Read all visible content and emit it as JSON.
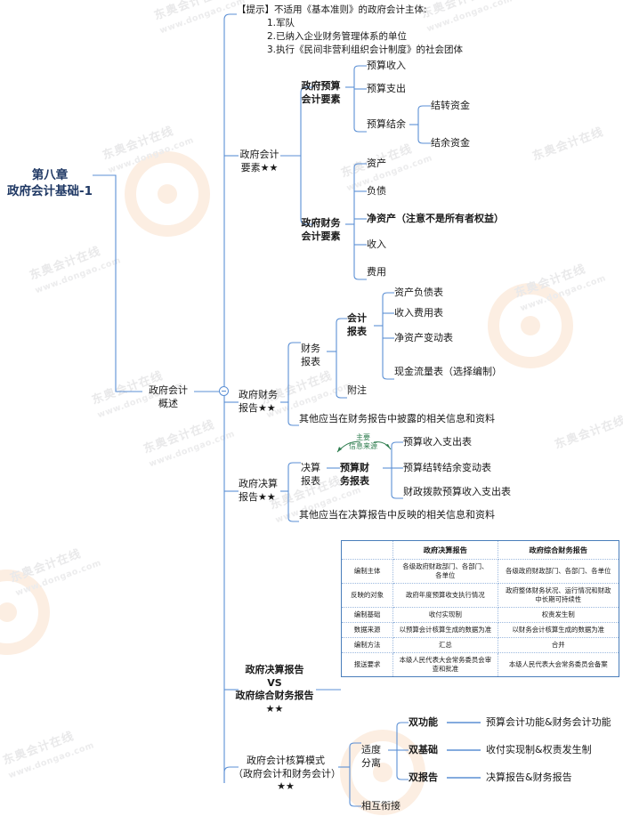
{
  "title": "第八章\n政府会计基础-1",
  "root_branch": "政府会计\n概述",
  "hint": {
    "line1": "【提示】不适用《基本准则》的政府会计主体:",
    "line2": "1.军队",
    "line3": "2.已纳入企业财务管理体系的单位",
    "line4": "3.执行《民间非营利组织会计制度》的社会团体"
  },
  "elements": {
    "label": "政府会计\n要素★★",
    "budget": {
      "label": "政府预算\n会计要素",
      "children": [
        "预算收入",
        "预算支出",
        "预算结余"
      ],
      "surplus_children": [
        "结转资金",
        "结余资金"
      ]
    },
    "financial": {
      "label": "政府财务\n会计要素",
      "children": [
        "资产",
        "负债",
        "净资产（注意不是所有者权益）",
        "收入",
        "费用"
      ],
      "bold_index": 2
    }
  },
  "fin_report": {
    "label": "政府财务\n报告★★",
    "statements_label": "财务\n报表",
    "accounting_label": "会计\n报表",
    "accounting_children": [
      "资产负债表",
      "收入费用表",
      "净资产变动表",
      "现金流量表（选择编制）"
    ],
    "notes": "附注",
    "other": "其他应当在财务报告中披露的相关信息和资料"
  },
  "final_report": {
    "label": "政府决算\n报告★★",
    "statements_label": "决算\n报表",
    "budget_fin_label": "预算财\n务报表",
    "annotation": "主要\n信息来源",
    "budget_fin_children": [
      "预算收入支出表",
      "预算结转结余变动表",
      "财政拨款预算收入支出表"
    ],
    "other": "其他应当在决算报告中反映的相关信息和资料"
  },
  "comparison": {
    "label": "政府决算报告\nVS\n政府综合财务报告\n★★",
    "columns": [
      "",
      "政府决算报告",
      "政府综合财务报告"
    ],
    "rows": [
      [
        "编制主体",
        "各级政府财政部门、各部门、\n各单位",
        "各级政府财政部门、各部门、各单位"
      ],
      [
        "反映的对象",
        "政府年度预算收支执行情况",
        "政府整体财务状况、运行情况和财政\n中长期可持续性"
      ],
      [
        "编制基础",
        "收付实现制",
        "权责发生制"
      ],
      [
        "数据来源",
        "以预算会计核算生成的数据为准",
        "以财务会计核算生成的数据为准"
      ],
      [
        "编制方法",
        "汇总",
        "合并"
      ],
      [
        "报送要求",
        "本级人民代表大会常务委员会审\n查和批准",
        "本级人民代表大会常务委员会备案"
      ]
    ]
  },
  "mode": {
    "label": "政府会计核算模式\n（政府会计和财务会计）\n★★",
    "separation": "适度\n分离",
    "connect": "相互衔接",
    "pairs": [
      {
        "name": "双功能",
        "value": "预算会计功能&财务会计功能"
      },
      {
        "name": "双基础",
        "value": "收付实现制&权责发生制"
      },
      {
        "name": "双报告",
        "value": "决算报告&财务报告"
      }
    ]
  },
  "watermarks": {
    "brand": "东奥会计在线",
    "url": "www.dongao.com"
  },
  "colors": {
    "line": "#5b8fd4",
    "title": "#1f3864",
    "annotation": "#2e7d4f",
    "table_border": "#4a7ebb"
  }
}
